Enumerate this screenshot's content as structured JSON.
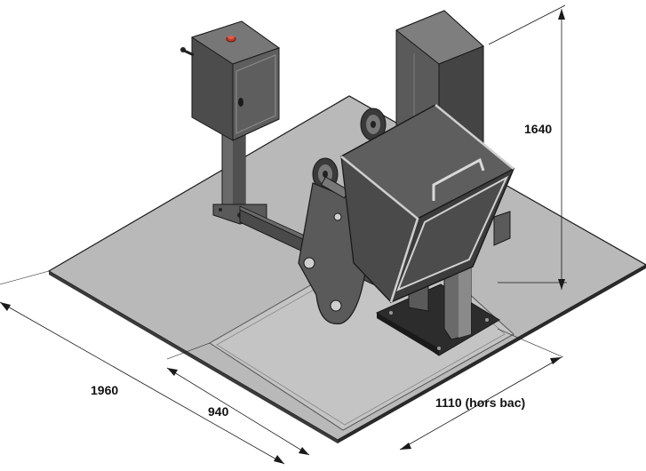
{
  "dimensions": {
    "height": "1640",
    "width": "1960",
    "depth": "940",
    "frame": "1110 (hors bac)"
  },
  "colors": {
    "floor": "#b8b8b8",
    "floor_inner": "#c2c2c2",
    "steel_dark": "#4a4a4a",
    "steel_mid": "#6a6a6a",
    "steel_light": "#8a8a8a",
    "edge": "#1a1a1a",
    "highlight": "#d9d9d9",
    "button": "#c0392b"
  },
  "icons": [
    "emergency-stop-button-icon",
    "lock-icon"
  ]
}
